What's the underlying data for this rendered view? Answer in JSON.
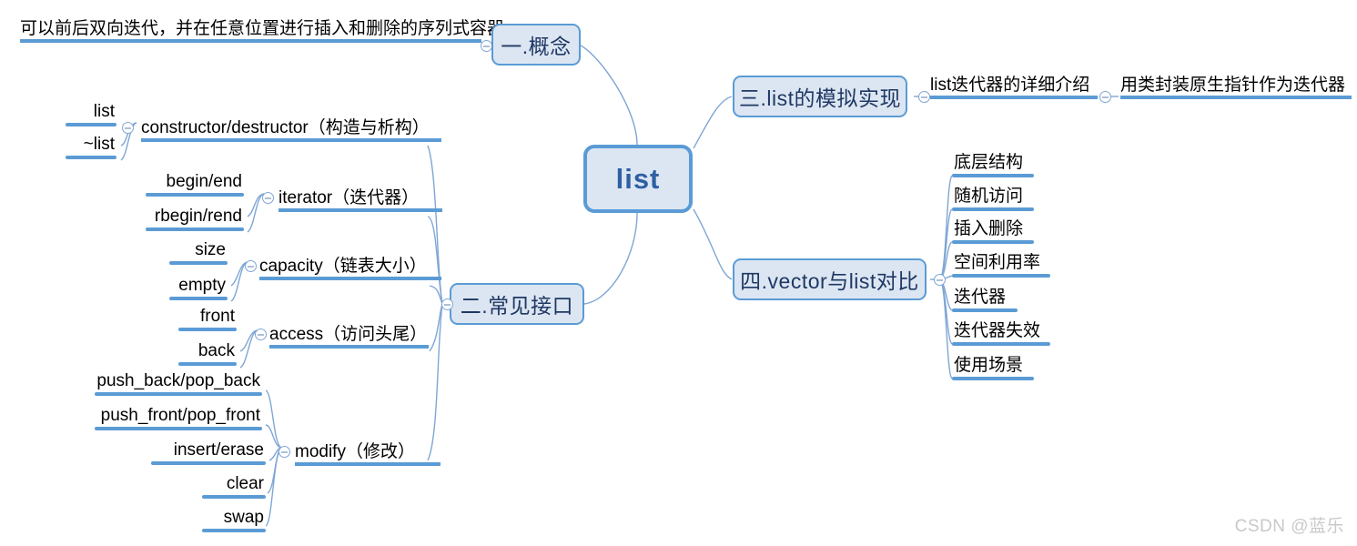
{
  "root": {
    "label": "list"
  },
  "watermark": "CSDN @蓝乐",
  "branches": {
    "concept": {
      "label": "一.概念",
      "note": "可以前后双向迭代，并在任意位置进行插入和删除的序列式容器"
    },
    "interfaces": {
      "label": "二.常见接口",
      "groups": [
        {
          "label": "constructor/destructor（构造与析构）",
          "items": [
            "list",
            "~list"
          ]
        },
        {
          "label": "iterator（迭代器）",
          "items": [
            "begin/end",
            "rbegin/rend"
          ]
        },
        {
          "label": "capacity（链表大小）",
          "items": [
            "size",
            "empty"
          ]
        },
        {
          "label": "access（访问头尾）",
          "items": [
            "front",
            "back"
          ]
        },
        {
          "label": "modify（修改）",
          "items": [
            "push_back/pop_back",
            "push_front/pop_front",
            "insert/erase",
            "clear",
            "swap"
          ]
        }
      ]
    },
    "simulate": {
      "label": "三.list的模拟实现",
      "detail": "list迭代器的详细介绍",
      "detail_child": "用类封装原生指针作为迭代器"
    },
    "compare": {
      "label": "四.vector与list对比",
      "items": [
        "底层结构",
        "随机访问",
        "插入删除",
        "空间利用率",
        "迭代器",
        "迭代器失效",
        "使用场景"
      ]
    }
  },
  "icons": {
    "collapse": "collapse-minus-icon"
  },
  "colors": {
    "line": "#5b9bd5",
    "thin_line": "#7fa6d4",
    "node_fill": "#dce6f2",
    "node_border": "#5b9bd5",
    "node_text": "#1f3864",
    "root_text": "#2e5fa3",
    "leaf_text": "#000000",
    "watermark": "#c9c9c9"
  }
}
